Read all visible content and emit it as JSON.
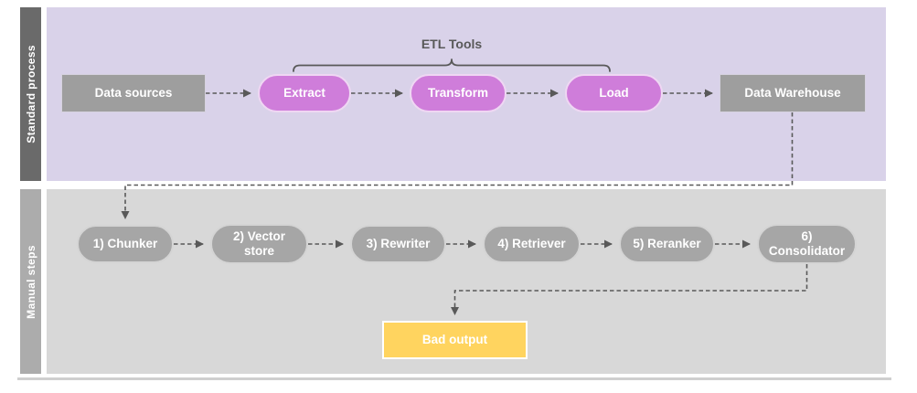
{
  "colors": {
    "lane_standard_bg": "#d9d2e9",
    "lane_manual_bg": "#d8d8d8",
    "lane_standard_bar": "#6a6a6a",
    "lane_manual_bar": "#acacac",
    "etl_pill": "#cf7dda",
    "manual_pill": "#a6a6a6",
    "endpoint_box": "#9e9e9e",
    "bad_output_box": "#ffd45f",
    "connector": "#595959",
    "node_text": "#ffffff"
  },
  "lanes": {
    "standard": {
      "label": "Standard process"
    },
    "manual": {
      "label": "Manual steps"
    }
  },
  "flows": {
    "standard": {
      "brace_label": "ETL Tools",
      "nodes": [
        {
          "label": "Data sources"
        },
        {
          "label": "Extract"
        },
        {
          "label": "Transform"
        },
        {
          "label": "Load"
        },
        {
          "label": "Data Warehouse"
        }
      ]
    },
    "manual": {
      "nodes": [
        {
          "label": "1) Chunker"
        },
        {
          "label": "2) Vector store"
        },
        {
          "label": "3) Rewriter"
        },
        {
          "label": "4) Retriever"
        },
        {
          "label": "5) Reranker"
        },
        {
          "label": "6) Consolidator"
        }
      ],
      "result": {
        "label": "Bad output"
      }
    }
  }
}
